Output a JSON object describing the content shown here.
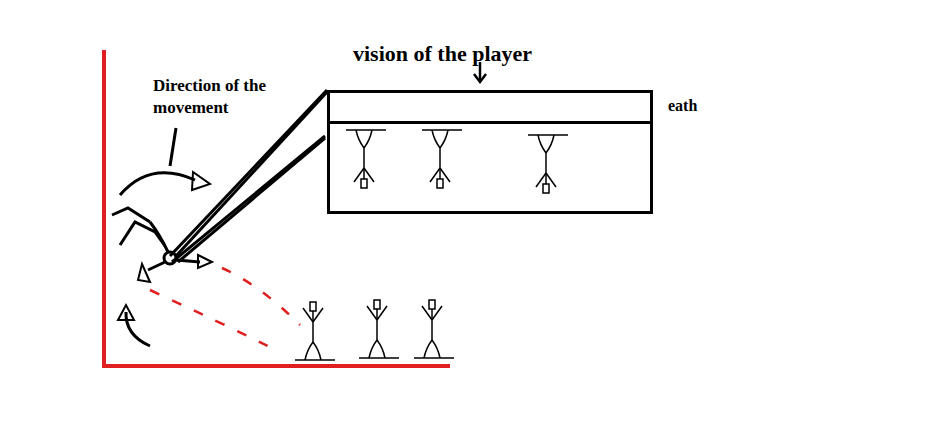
{
  "diagram": {
    "nodes": [
      {
        "text": [
          "vision of the player"
        ]
      }
    ],
    "labels": [
      "Direction of the movement",
      "eath"
    ]
  }
}
